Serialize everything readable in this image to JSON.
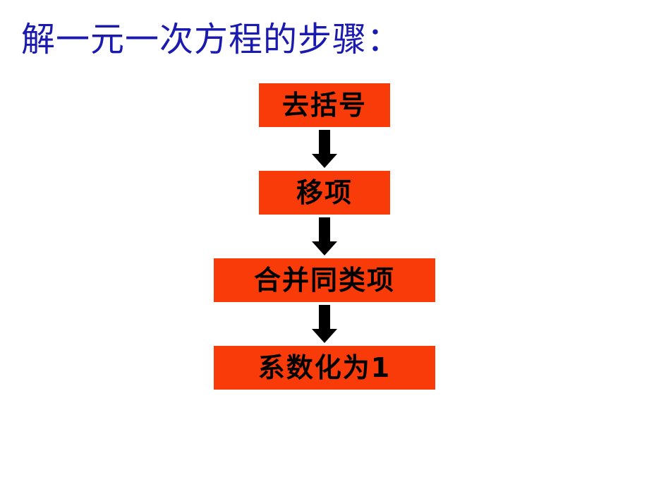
{
  "slide": {
    "title": "解一元一次方程的步骤：",
    "title_color": "#1a1ab0",
    "background_color": "#ffffff"
  },
  "diagram": {
    "type": "flowchart",
    "orientation": "vertical",
    "box_fill_color": "#f93b09",
    "box_text_color": "#000000",
    "arrow_color": "#000000",
    "steps": [
      {
        "label": "去括号"
      },
      {
        "label": "移项"
      },
      {
        "label": "合并同类项"
      },
      {
        "label": "系数化为1"
      }
    ],
    "connectors": [
      {
        "label": "down-arrow"
      },
      {
        "label": "down-arrow"
      },
      {
        "label": "down-arrow"
      }
    ]
  }
}
